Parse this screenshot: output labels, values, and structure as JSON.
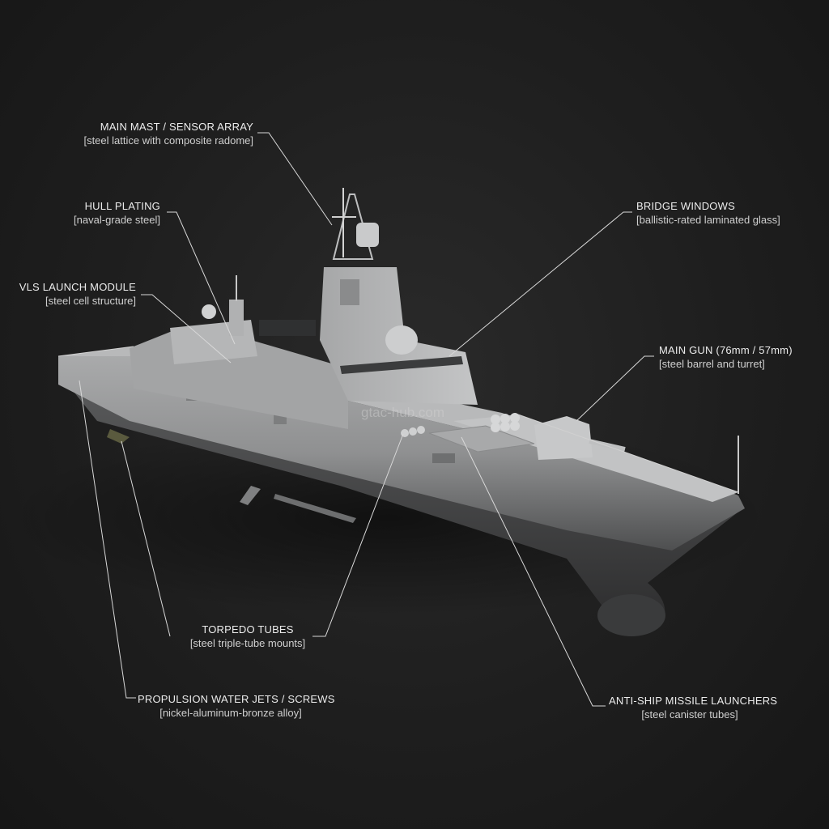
{
  "watermark": "gtac-hub.com",
  "callouts": [
    {
      "id": "main-mast",
      "title": "MAIN MAST / SENSOR ARRAY",
      "subtitle": "[steel lattice with composite radome]"
    },
    {
      "id": "hull-plating",
      "title": "HULL PLATING",
      "subtitle": "[naval-grade steel]"
    },
    {
      "id": "vls",
      "title": "VLS LAUNCH MODULE",
      "subtitle": "[steel cell structure]"
    },
    {
      "id": "bridge-windows",
      "title": "BRIDGE WINDOWS",
      "subtitle": "[ballistic-rated laminated glass]"
    },
    {
      "id": "main-gun",
      "title": "MAIN GUN (76mm / 57mm)",
      "subtitle": "[steel barrel and turret]"
    },
    {
      "id": "torpedo-tubes",
      "title": "TORPEDO TUBES",
      "subtitle": "[steel triple-tube mounts]"
    },
    {
      "id": "propulsion",
      "title": "PROPULSION WATER JETS / SCREWS",
      "subtitle": "[nickel-aluminum-bronze alloy]"
    },
    {
      "id": "anti-ship",
      "title": "ANTI-SHIP MISSILE LAUNCHERS",
      "subtitle": "[steel canister tubes]"
    }
  ]
}
